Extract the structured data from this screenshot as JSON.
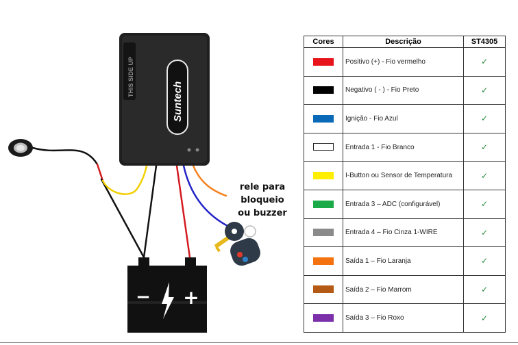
{
  "device": {
    "side_label": "THIS SIDE UP",
    "brand": "Suntech"
  },
  "battery": {
    "minus": "−",
    "plus": "+"
  },
  "annotation": {
    "line1": "rele para bloqueio",
    "line2": "ou buzzer"
  },
  "table": {
    "headers": {
      "color": "Cores",
      "desc": "Descrição",
      "model": "ST4305"
    },
    "rows": [
      {
        "color": "#e8141c",
        "desc": "Positivo (+)  - Fio vermelho",
        "check": "✓"
      },
      {
        "color": "#000000",
        "desc": "Negativo ( - ) - Fio Preto",
        "check": "✓"
      },
      {
        "color": "#0a6ab8",
        "desc": "Ignição - Fio Azul",
        "check": "✓"
      },
      {
        "color": "#ffffff",
        "desc": "Entrada 1 - Fio Branco",
        "check": "✓",
        "outlined": true
      },
      {
        "color": "#ffee00",
        "desc": "I-Button ou Sensor de Temperatura",
        "check": "✓"
      },
      {
        "color": "#1aab48",
        "desc": "Entrada 3 – ADC (configurável)",
        "check": "✓"
      },
      {
        "color": "#8a8a8a",
        "desc": "Entrada 4 – Fio Cinza 1-WIRE",
        "check": "✓"
      },
      {
        "color": "#f4720f",
        "desc": "Saída 1 – Fio Laranja",
        "check": "✓"
      },
      {
        "color": "#b45a14",
        "desc": "Saída 2 – Fio Marrom",
        "check": "✓"
      },
      {
        "color": "#7b2fa8",
        "desc": "Saída 3 – Fio Roxo",
        "check": "✓"
      }
    ]
  }
}
